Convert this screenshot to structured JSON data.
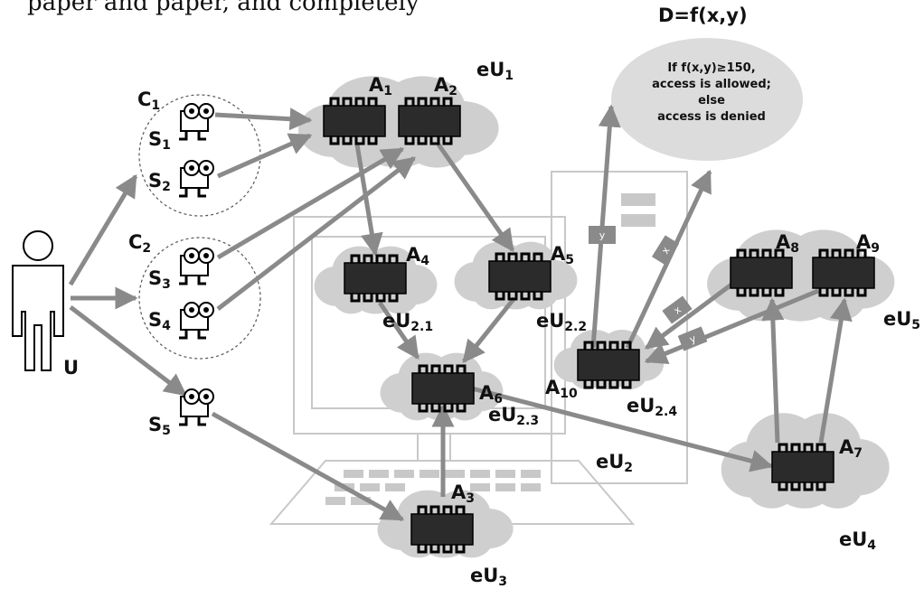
{
  "caption_fragment": "paper and paper, and completely",
  "decision": {
    "title": "D=f(x,y)",
    "lines": [
      "If f(x,y)≥150,",
      "access is allowed;",
      "else",
      "access is denied"
    ]
  },
  "user_label": "U",
  "groups": [
    {
      "id": "C1",
      "main": "C",
      "sub": "1"
    },
    {
      "id": "C2",
      "main": "C",
      "sub": "2"
    }
  ],
  "subjects": [
    {
      "id": "S1",
      "main": "S",
      "sub": "1"
    },
    {
      "id": "S2",
      "main": "S",
      "sub": "2"
    },
    {
      "id": "S3",
      "main": "S",
      "sub": "3"
    },
    {
      "id": "S4",
      "main": "S",
      "sub": "4"
    },
    {
      "id": "S5",
      "main": "S",
      "sub": "5"
    }
  ],
  "agents": [
    {
      "id": "A1",
      "main": "A",
      "sub": "1"
    },
    {
      "id": "A2",
      "main": "A",
      "sub": "2"
    },
    {
      "id": "A3",
      "main": "A",
      "sub": "3"
    },
    {
      "id": "A4",
      "main": "A",
      "sub": "4"
    },
    {
      "id": "A5",
      "main": "A",
      "sub": "5"
    },
    {
      "id": "A6",
      "main": "A",
      "sub": "6"
    },
    {
      "id": "A7",
      "main": "A",
      "sub": "7"
    },
    {
      "id": "A8",
      "main": "A",
      "sub": "8"
    },
    {
      "id": "A9",
      "main": "A",
      "sub": "9"
    },
    {
      "id": "A10",
      "main": "A",
      "sub": "10"
    }
  ],
  "environments": [
    {
      "id": "eU1",
      "main": "eU",
      "sub": "1"
    },
    {
      "id": "eU2",
      "main": "eU",
      "sub": "2"
    },
    {
      "id": "eU2.1",
      "main": "eU",
      "sub": "2.1"
    },
    {
      "id": "eU2.2",
      "main": "eU",
      "sub": "2.2"
    },
    {
      "id": "eU2.3",
      "main": "eU",
      "sub": "2.3"
    },
    {
      "id": "eU2.4",
      "main": "eU",
      "sub": "2.4"
    },
    {
      "id": "eU3",
      "main": "eU",
      "sub": "3"
    },
    {
      "id": "eU4",
      "main": "eU",
      "sub": "4"
    },
    {
      "id": "eU5",
      "main": "eU",
      "sub": "5"
    }
  ],
  "edge_tags": {
    "x": "x",
    "y": "y"
  },
  "colors": {
    "arrow": "#8a8a8a",
    "cloud": "#cfcfcf",
    "chip": "#2b2b2b",
    "bubble": "#dcdcdc",
    "outline": "#c8c8c8"
  }
}
